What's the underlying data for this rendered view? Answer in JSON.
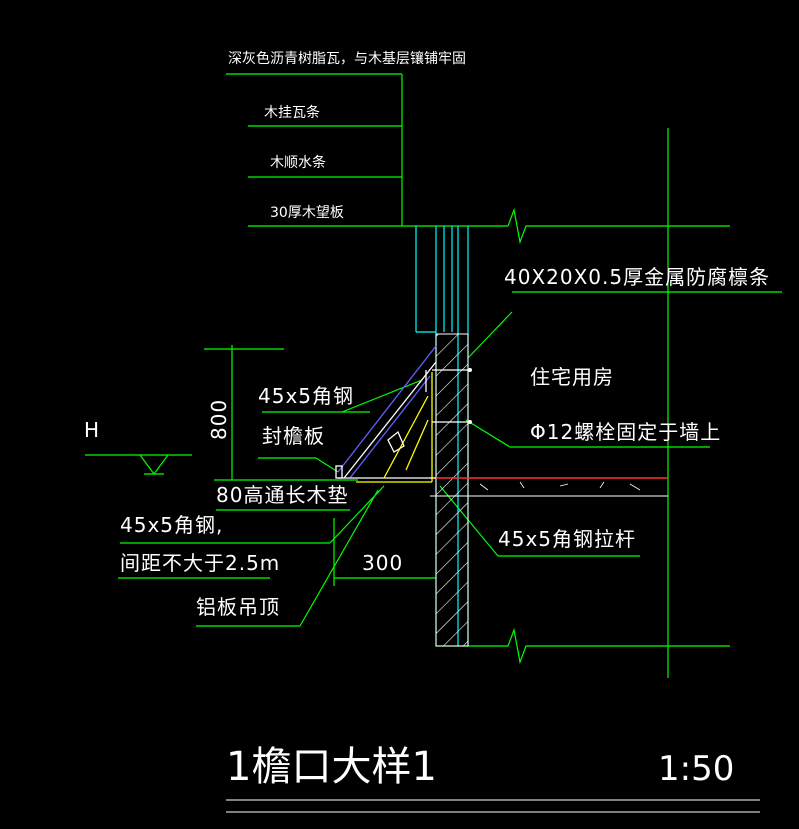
{
  "labels": {
    "asphalt_tile": "深灰色沥青树脂瓦，与木基层镶铺牢固",
    "wood_tile_batten": "木挂瓦条",
    "wood_counter_batten": "木顺水条",
    "plywood": "30厚木望板",
    "metal_purlin": "40X20X0.5厚金属防腐檩条",
    "angle_45x5": "45x5角钢",
    "residence": "住宅用房",
    "fascia": "封檐板",
    "bolt": "Φ12螺栓固定于墙上",
    "datum": "H",
    "wood_pad": "80高通长木垫",
    "angle_spacing_line1": "45x5角钢,",
    "angle_spacing_line2": "间距不大于2.5m",
    "tie_rod": "45x5角钢拉杆",
    "aluminum_ceiling": "铝板吊顶",
    "dim_height": "800",
    "dim_width": "300"
  },
  "title": {
    "text": "1檐口大样1",
    "scale": "1:50"
  },
  "colors": {
    "background": "#000000",
    "leader": "#00ff00",
    "wall": "#00ffff",
    "frame": "#ffff00",
    "roof": "#6060ff",
    "slab_hatch": "#ff3030",
    "text": "#ffffff"
  }
}
